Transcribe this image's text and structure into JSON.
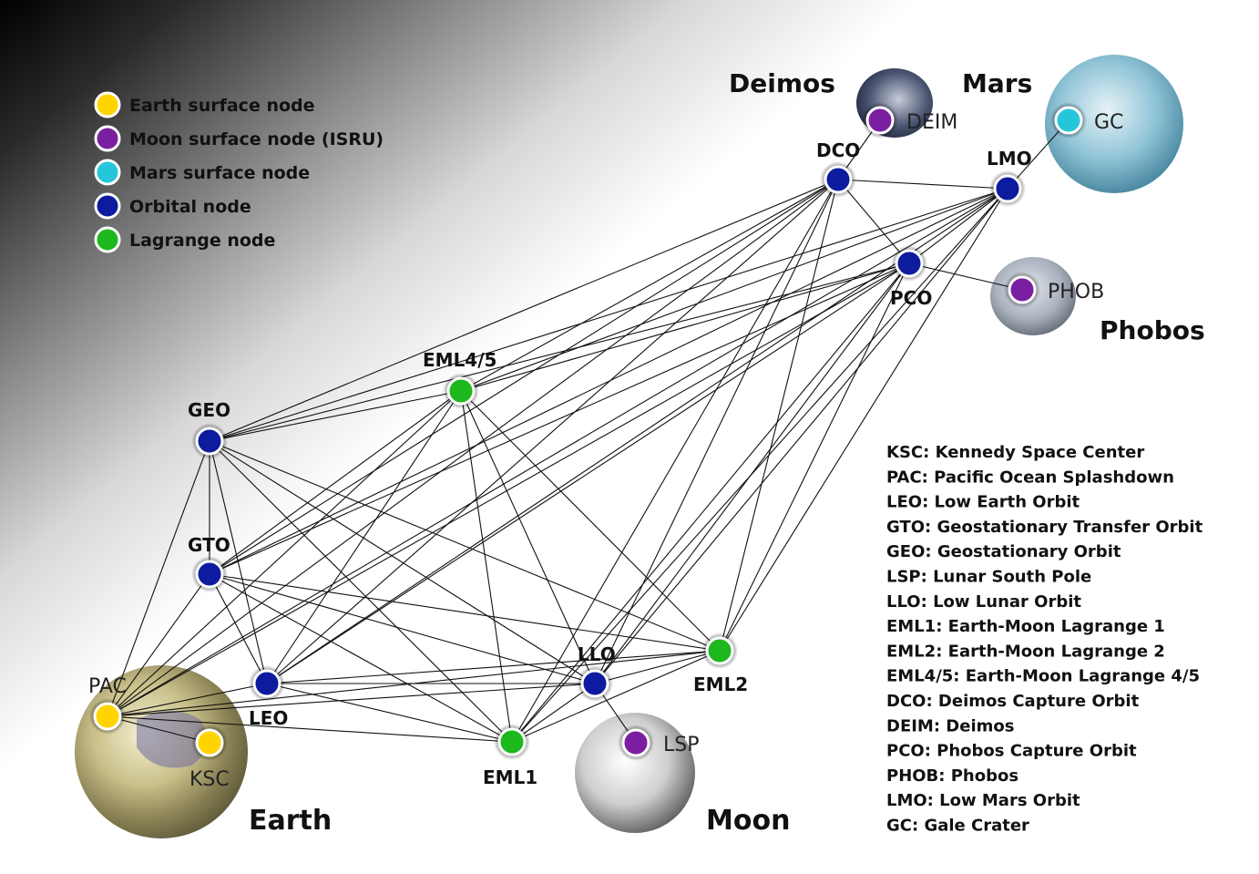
{
  "colors": {
    "earth_surface": "#ffd400",
    "moon_surface": "#7b1fa2",
    "mars_surface": "#26c6da",
    "orbital": "#0d1b9e",
    "lagrange": "#1db81d",
    "edge": "#111111"
  },
  "legend": [
    {
      "type": "earth_surface",
      "label": "Earth surface node"
    },
    {
      "type": "moon_surface",
      "label": "Moon surface node (ISRU)"
    },
    {
      "type": "mars_surface",
      "label": "Mars surface node"
    },
    {
      "type": "orbital",
      "label": "Orbital node"
    },
    {
      "type": "lagrange",
      "label": "Lagrange node"
    }
  ],
  "bodies": {
    "earth": "Earth",
    "moon": "Moon",
    "mars": "Mars",
    "deimos": "Deimos",
    "phobos": "Phobos"
  },
  "nodes": [
    {
      "id": "PAC",
      "type": "earth_surface"
    },
    {
      "id": "KSC",
      "type": "earth_surface"
    },
    {
      "id": "LEO",
      "type": "orbital"
    },
    {
      "id": "GTO",
      "type": "orbital"
    },
    {
      "id": "GEO",
      "type": "orbital"
    },
    {
      "id": "EML4/5",
      "type": "lagrange"
    },
    {
      "id": "EML1",
      "type": "lagrange"
    },
    {
      "id": "EML2",
      "type": "lagrange"
    },
    {
      "id": "LLO",
      "type": "orbital"
    },
    {
      "id": "LSP",
      "type": "moon_surface"
    },
    {
      "id": "DCO",
      "type": "orbital"
    },
    {
      "id": "DEIM",
      "type": "moon_surface"
    },
    {
      "id": "LMO",
      "type": "orbital"
    },
    {
      "id": "GC",
      "type": "mars_surface"
    },
    {
      "id": "PCO",
      "type": "orbital"
    },
    {
      "id": "PHOB",
      "type": "moon_surface"
    }
  ],
  "abbreviations": [
    "KSC: Kennedy Space Center",
    "PAC: Pacific Ocean Splashdown",
    "LEO: Low Earth Orbit",
    "GTO: Geostationary Transfer Orbit",
    "GEO: Geostationary Orbit",
    "LSP: Lunar South Pole",
    "LLO: Low Lunar Orbit",
    "EML1: Earth-Moon Lagrange 1",
    "EML2: Earth-Moon Lagrange 2",
    "EML4/5: Earth-Moon Lagrange 4/5",
    "DCO: Deimos Capture Orbit",
    "DEIM: Deimos",
    "PCO: Phobos Capture Orbit",
    "PHOB: Phobos",
    "LMO: Low Mars Orbit",
    "GC: Gale Crater"
  ],
  "edges": [
    [
      "PAC",
      "KSC"
    ],
    [
      "PAC",
      "LEO"
    ],
    [
      "PAC",
      "GTO"
    ],
    [
      "PAC",
      "GEO"
    ],
    [
      "PAC",
      "EML4/5"
    ],
    [
      "PAC",
      "EML1"
    ],
    [
      "PAC",
      "LLO"
    ],
    [
      "PAC",
      "EML2"
    ],
    [
      "PAC",
      "DCO"
    ],
    [
      "PAC",
      "LMO"
    ],
    [
      "PAC",
      "PCO"
    ],
    [
      "LEO",
      "GTO"
    ],
    [
      "LEO",
      "GEO"
    ],
    [
      "LEO",
      "EML4/5"
    ],
    [
      "LEO",
      "EML1"
    ],
    [
      "LEO",
      "LLO"
    ],
    [
      "LEO",
      "EML2"
    ],
    [
      "LEO",
      "DCO"
    ],
    [
      "LEO",
      "LMO"
    ],
    [
      "LEO",
      "PCO"
    ],
    [
      "GTO",
      "GEO"
    ],
    [
      "GTO",
      "EML4/5"
    ],
    [
      "GTO",
      "EML1"
    ],
    [
      "GTO",
      "LLO"
    ],
    [
      "GTO",
      "EML2"
    ],
    [
      "GTO",
      "DCO"
    ],
    [
      "GTO",
      "LMO"
    ],
    [
      "GTO",
      "PCO"
    ],
    [
      "GEO",
      "EML4/5"
    ],
    [
      "GEO",
      "EML1"
    ],
    [
      "GEO",
      "LLO"
    ],
    [
      "GEO",
      "EML2"
    ],
    [
      "GEO",
      "DCO"
    ],
    [
      "GEO",
      "LMO"
    ],
    [
      "GEO",
      "PCO"
    ],
    [
      "EML4/5",
      "EML1"
    ],
    [
      "EML4/5",
      "LLO"
    ],
    [
      "EML4/5",
      "EML2"
    ],
    [
      "EML4/5",
      "DCO"
    ],
    [
      "EML4/5",
      "LMO"
    ],
    [
      "EML4/5",
      "PCO"
    ],
    [
      "EML1",
      "LLO"
    ],
    [
      "EML1",
      "EML2"
    ],
    [
      "EML1",
      "DCO"
    ],
    [
      "EML1",
      "LMO"
    ],
    [
      "EML1",
      "PCO"
    ],
    [
      "LLO",
      "LSP"
    ],
    [
      "LLO",
      "EML2"
    ],
    [
      "LLO",
      "DCO"
    ],
    [
      "LLO",
      "LMO"
    ],
    [
      "LLO",
      "PCO"
    ],
    [
      "EML2",
      "DCO"
    ],
    [
      "EML2",
      "LMO"
    ],
    [
      "EML2",
      "PCO"
    ],
    [
      "DCO",
      "DEIM"
    ],
    [
      "DCO",
      "LMO"
    ],
    [
      "DCO",
      "PCO"
    ],
    [
      "LMO",
      "GC"
    ],
    [
      "LMO",
      "PCO"
    ],
    [
      "PCO",
      "PHOB"
    ]
  ]
}
